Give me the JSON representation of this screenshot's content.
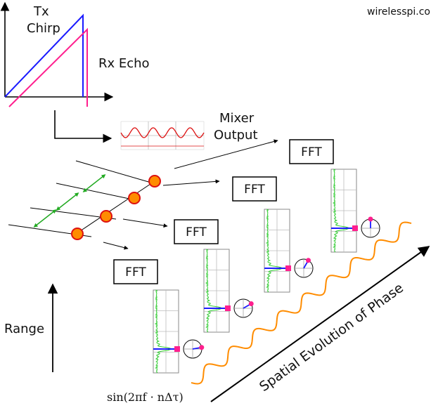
{
  "watermark": "wirelesspi.com",
  "labels": {
    "tx_chirp": [
      "Tx",
      "Chirp"
    ],
    "rx_echo": "Rx Echo",
    "mixer_output": [
      "Mixer",
      "Output"
    ],
    "range": "Range",
    "spatial_evolution": "Spatial Evolution of Phase",
    "sin_formula": "sin(2πf · nΔτ)"
  },
  "fft_label": "FFT",
  "colors": {
    "tx": "#1a1aff",
    "rx": "#ff1f8e",
    "mixer_wave": "#d11",
    "antenna_dot": "#ff8c00",
    "antenna_ring": "#d11",
    "spacing_arrow": "#22aa22",
    "spectrum": "#33cc33",
    "peak_line": "#1a1aff",
    "peak_marker": "#ff1f8e",
    "wave": "#ff8c00"
  }
}
